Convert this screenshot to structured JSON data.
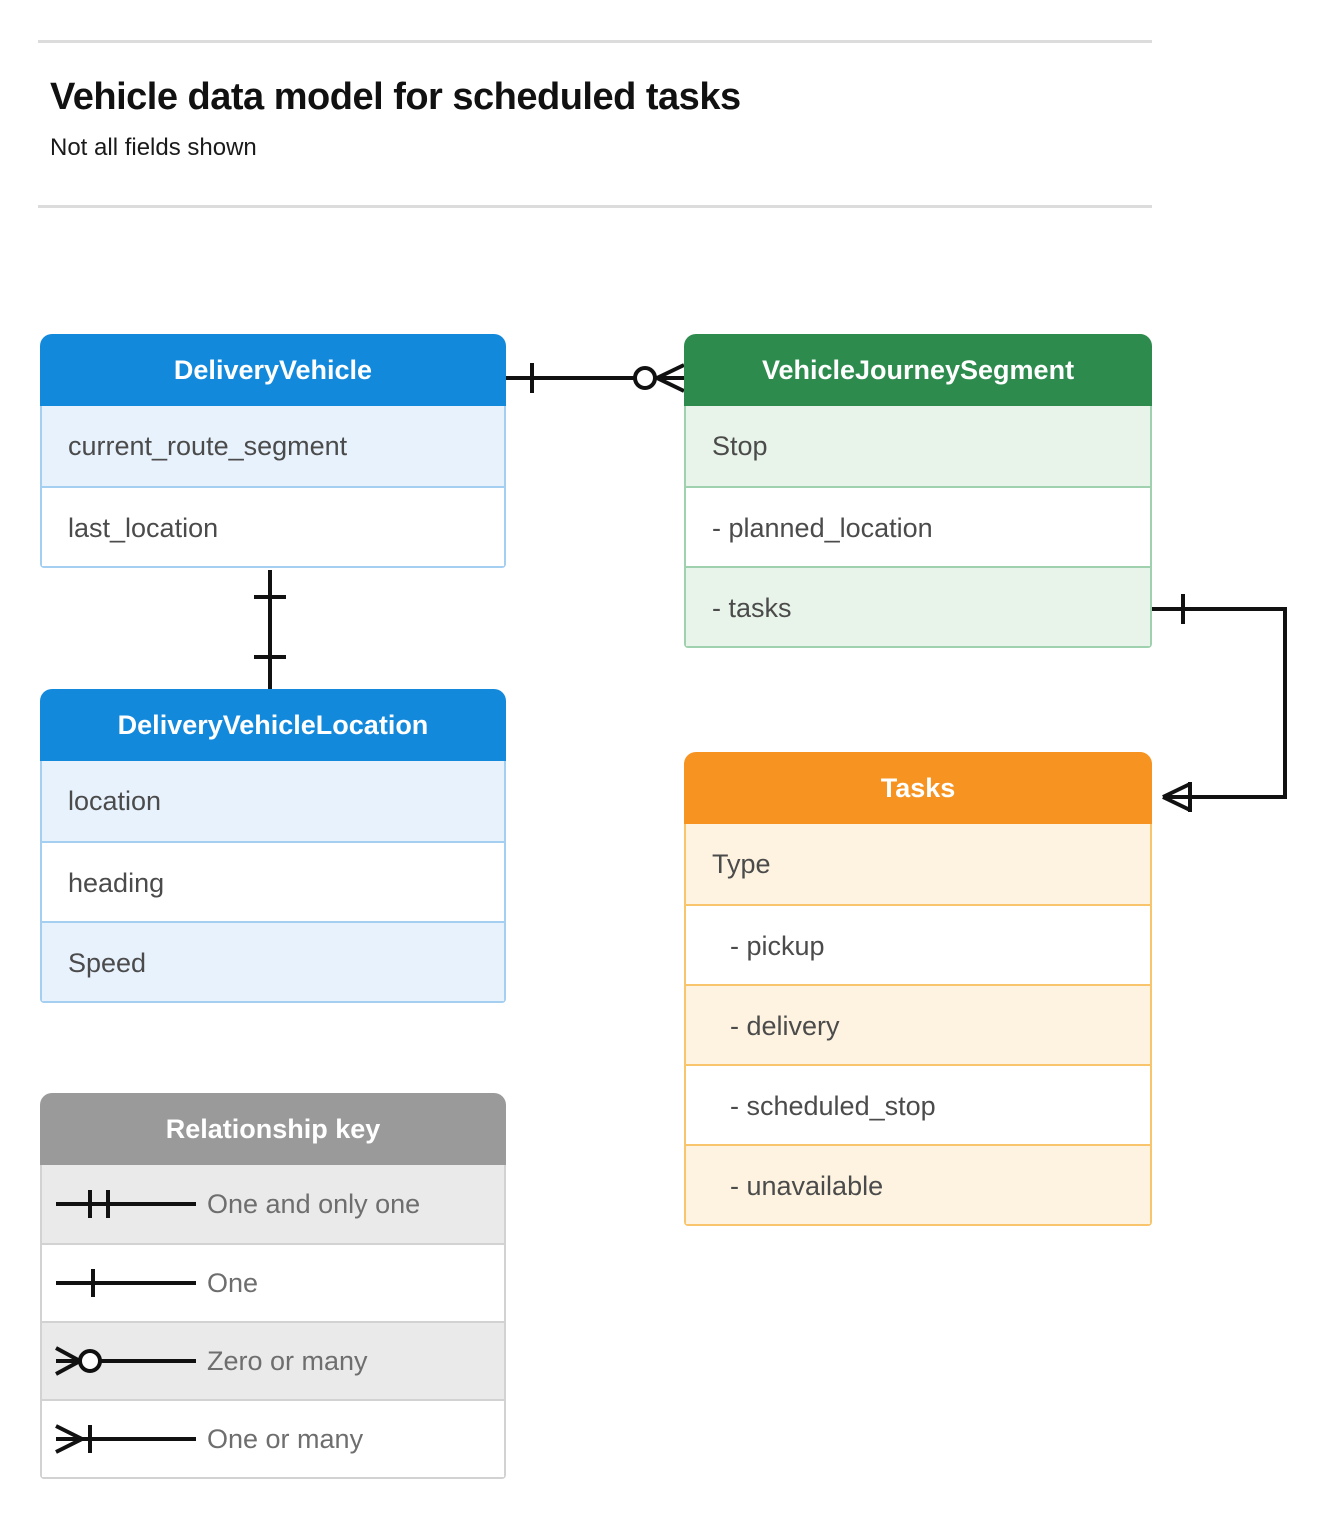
{
  "header": {
    "title": "Vehicle data model for scheduled tasks",
    "subtitle": "Not all fields shown"
  },
  "colors": {
    "blue": "#1389dc",
    "blue_row": "#e8f2fd",
    "blue_border": "#a5cff1",
    "green": "#2e8b4e",
    "green_row": "#e8f4ea",
    "green_border": "#9fd1ae",
    "orange": "#f79421",
    "orange_row": "#fdf3e0",
    "orange_border": "#f8c56c",
    "gray": "#9a9a9a",
    "gray_row": "#eaeaea",
    "gray_border": "#d2d2d2",
    "line": "#111111",
    "rule": "#dcdcdc",
    "field_text": "#4b4b4b",
    "legend_text": "#6e6e6e"
  },
  "entities": {
    "delivery_vehicle": {
      "name": "DeliveryVehicle",
      "fields": [
        "current_route_segment",
        "last_location"
      ]
    },
    "journey_segment": {
      "name": "VehicleJourneySegment",
      "fields": [
        "Stop",
        "-  planned_location",
        "- tasks"
      ]
    },
    "vehicle_location": {
      "name": "DeliveryVehicleLocation",
      "fields": [
        "location",
        "heading",
        "Speed"
      ]
    },
    "tasks": {
      "name": "Tasks",
      "fields": [
        "Type",
        "-  pickup",
        "-  delivery",
        "-  scheduled_stop",
        "-  unavailable"
      ]
    }
  },
  "legend": {
    "title": "Relationship key",
    "items": [
      {
        "label": "One and only one",
        "symbol": "one-and-only-one-symbol"
      },
      {
        "label": "One",
        "symbol": "one-symbol"
      },
      {
        "label": "Zero or many",
        "symbol": "zero-or-many-symbol"
      },
      {
        "label": "One or many",
        "symbol": "one-or-many-symbol"
      }
    ]
  },
  "relationships": [
    {
      "from": "DeliveryVehicle",
      "to": "VehicleJourneySegment",
      "from_cardinality": "One",
      "to_cardinality": "Zero or many"
    },
    {
      "from": "DeliveryVehicle",
      "to": "DeliveryVehicleLocation",
      "from_cardinality": "One",
      "to_cardinality": "One"
    },
    {
      "from": "VehicleJourneySegment.tasks",
      "to": "Tasks",
      "from_cardinality": "One",
      "to_cardinality": "One or many"
    }
  ]
}
